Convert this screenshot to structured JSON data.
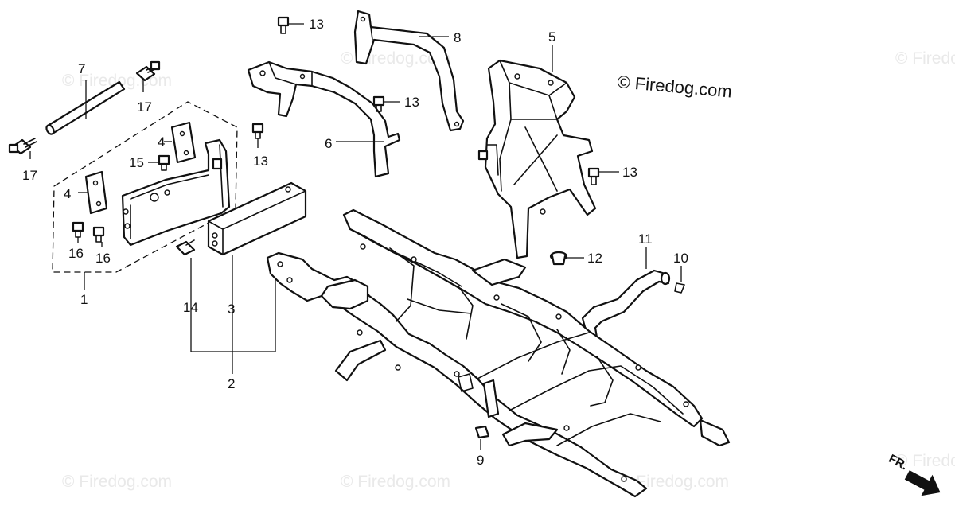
{
  "copyright": "© Firedog.com",
  "watermark": "© Firedog.com",
  "front_indicator": "FR.",
  "callouts": {
    "c1": "1",
    "c2": "2",
    "c3": "3",
    "c4a": "4",
    "c4b": "4",
    "c5": "5",
    "c6": "6",
    "c7": "7",
    "c8": "8",
    "c9": "9",
    "c10": "10",
    "c11": "11",
    "c12": "12",
    "c13a": "13",
    "c13b": "13",
    "c13c": "13",
    "c13d": "13",
    "c14": "14",
    "c15": "15",
    "c16a": "16",
    "c16b": "16",
    "c17a": "17",
    "c17b": "17"
  }
}
